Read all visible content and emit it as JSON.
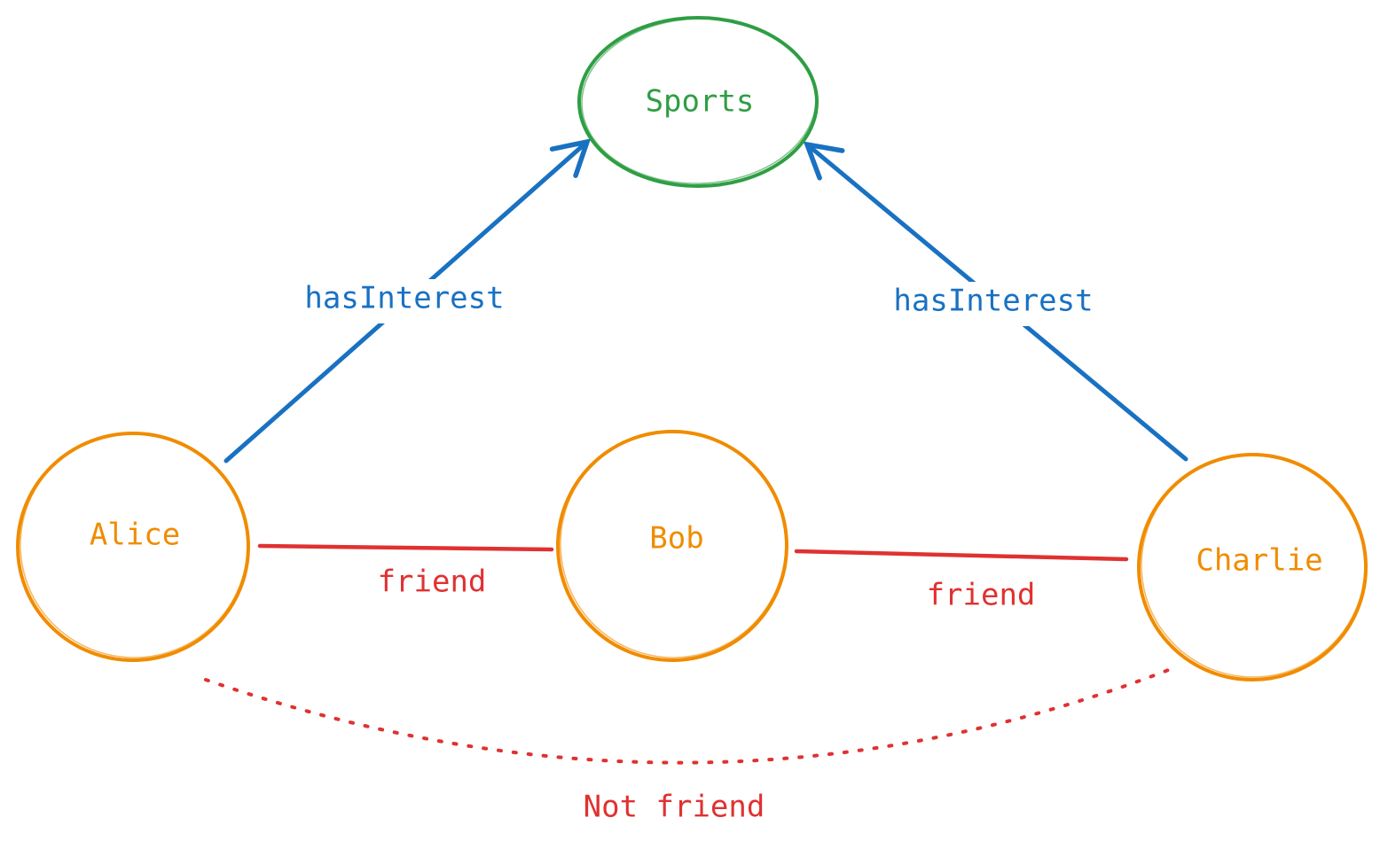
{
  "colors": {
    "person": "#f08c00",
    "interest": "#2f9e44",
    "interest_edge": "#1971c2",
    "friend_edge": "#e03131",
    "background": "#ffffff"
  },
  "nodes": {
    "sports": "Sports",
    "alice": "Alice",
    "bob": "Bob",
    "charlie": "Charlie"
  },
  "edges": {
    "alice_sports": "hasInterest",
    "charlie_sports": "hasInterest",
    "alice_bob": "friend",
    "bob_charlie": "friend",
    "alice_charlie": "Not friend"
  }
}
